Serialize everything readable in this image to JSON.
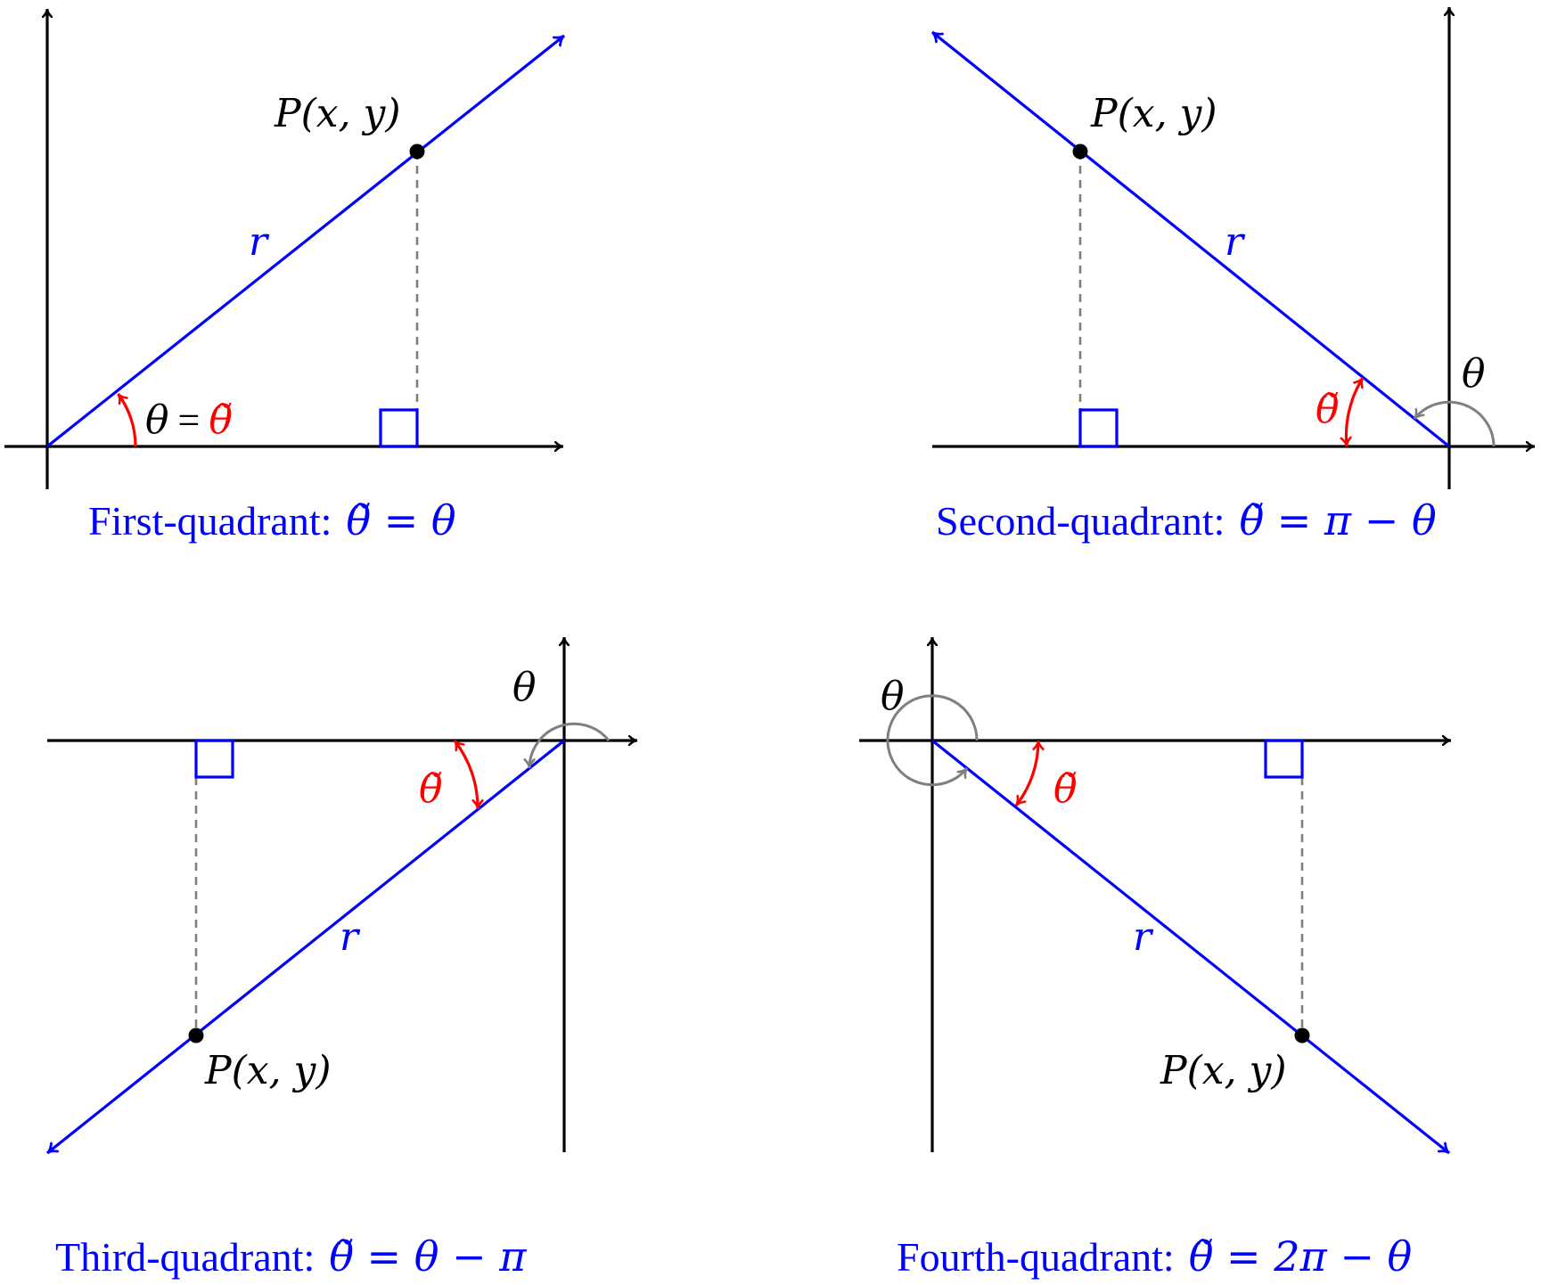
{
  "colors": {
    "axis": "#000000",
    "terminal_side": "#0000ff",
    "reference_angle": "#ff0000",
    "standard_angle": "#7f7f7f",
    "projection": "#7f7f7f",
    "point": "#000000",
    "caption": "#0000ff"
  },
  "symbols": {
    "theta": "θ",
    "theta_tilde": "θ̃",
    "radius": "r",
    "equals": "=",
    "point": "P(x, y)"
  },
  "quadrants": [
    {
      "id": "first",
      "caption_label": "First-quadrant:",
      "caption_formula": "θ̃ = θ",
      "angle_label": "θ = θ̃"
    },
    {
      "id": "second",
      "caption_label": "Second-quadrant:",
      "caption_formula": "θ̃ = π − θ",
      "angle_label": "θ"
    },
    {
      "id": "third",
      "caption_label": "Third-quadrant:",
      "caption_formula": "θ̃ = θ − π",
      "angle_label": "θ"
    },
    {
      "id": "fourth",
      "caption_label": "Fourth-quadrant:",
      "caption_formula": "θ̃ = 2π − θ",
      "angle_label": "θ"
    }
  ]
}
